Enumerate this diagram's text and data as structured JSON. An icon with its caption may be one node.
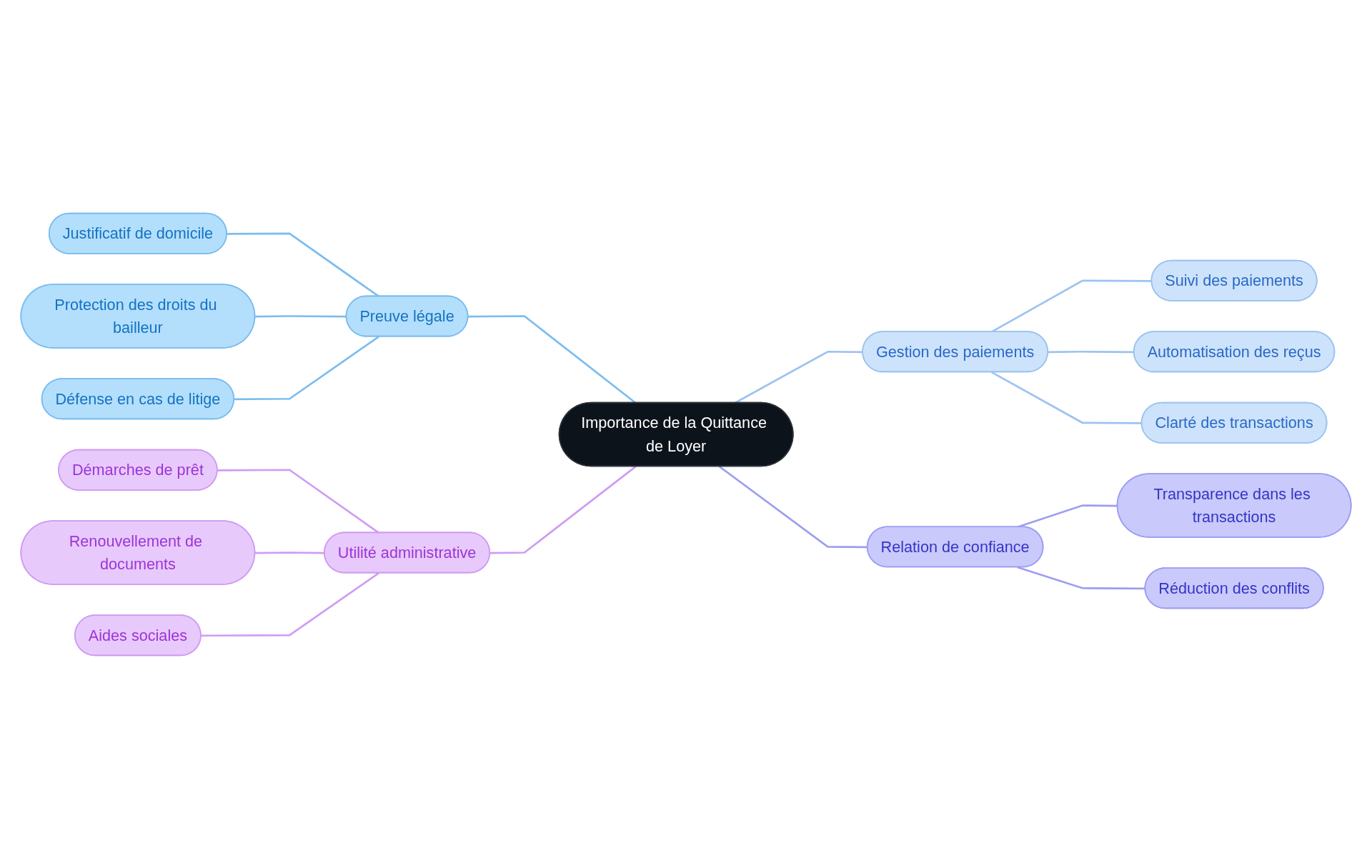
{
  "diagram": {
    "nodes": [
      {
        "text": [
          "Importance de la Quittance de Loyer"
        ]
      },
      {
        "text": [
          "Preuve légale"
        ]
      },
      {
        "text": [
          "Justificatif de domicile"
        ]
      },
      {
        "text": [
          "Protection des droits du bailleur"
        ]
      },
      {
        "text": [
          "Défense en cas de litige"
        ]
      },
      {
        "text": [
          "Gestion des paiements"
        ]
      },
      {
        "text": [
          "Suivi des paiements"
        ]
      },
      {
        "text": [
          "Automatisation des reçus"
        ]
      },
      {
        "text": [
          "Clarté des transactions"
        ]
      },
      {
        "text": [
          "Relation de confiance"
        ]
      },
      {
        "text": [
          "Transparence dans les transactions"
        ]
      },
      {
        "text": [
          "Réduction des conflits"
        ]
      },
      {
        "text": [
          "Utilité administrative"
        ]
      },
      {
        "text": [
          "Démarches de prêt"
        ]
      },
      {
        "text": [
          "Renouvellement de documents"
        ]
      },
      {
        "text": [
          "Aides sociales"
        ]
      }
    ],
    "edges": [
      {
        "from": 1,
        "to": 0,
        "arrow": "none",
        "color": "#7cbdee"
      },
      {
        "from": 2,
        "to": 1,
        "arrow": "none",
        "color": "#7cbdee"
      },
      {
        "from": 3,
        "to": 1,
        "arrow": "none",
        "color": "#7cbdee"
      },
      {
        "from": 4,
        "to": 1,
        "arrow": "none",
        "color": "#7cbdee"
      },
      {
        "from": 0,
        "to": 5,
        "arrow": "none",
        "color": "#9cc3f0"
      },
      {
        "from": 5,
        "to": 6,
        "arrow": "none",
        "color": "#9cc3f0"
      },
      {
        "from": 5,
        "to": 7,
        "arrow": "none",
        "color": "#9cc3f0"
      },
      {
        "from": 5,
        "to": 8,
        "arrow": "none",
        "color": "#9cc3f0"
      },
      {
        "from": 0,
        "to": 9,
        "arrow": "none",
        "color": "#9d9df2"
      },
      {
        "from": 9,
        "to": 10,
        "arrow": "none",
        "color": "#9d9df2"
      },
      {
        "from": 9,
        "to": 11,
        "arrow": "none",
        "color": "#9d9df2"
      },
      {
        "from": 12,
        "to": 0,
        "arrow": "none",
        "color": "#cf9cf2"
      },
      {
        "from": 13,
        "to": 12,
        "arrow": "none",
        "color": "#cf9cf2"
      },
      {
        "from": 14,
        "to": 12,
        "arrow": "none",
        "color": "#cf9cf2"
      },
      {
        "from": 15,
        "to": 12,
        "arrow": "none",
        "color": "#cf9cf2"
      }
    ]
  }
}
